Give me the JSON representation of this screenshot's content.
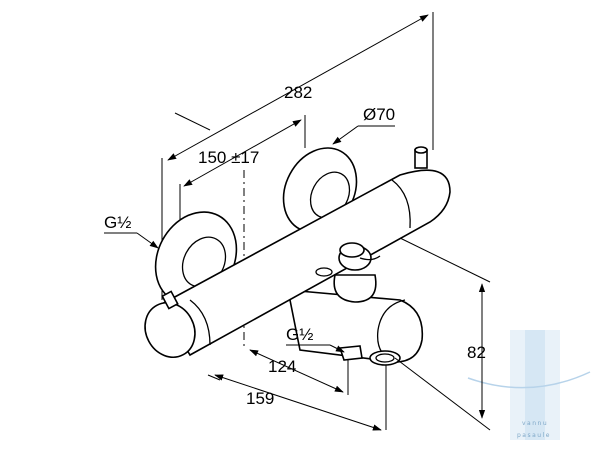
{
  "dimensions": {
    "overall_length": "282",
    "diameter": "Ø70",
    "center_distance": "150 ±17",
    "inlet_thread_left": "G½",
    "outlet_thread": "G½",
    "spout_projection": "124",
    "depth": "159",
    "height": "82"
  },
  "watermark": {
    "text_line1": "vannu",
    "text_line2": "pasaule",
    "color": "#9ec3df"
  }
}
